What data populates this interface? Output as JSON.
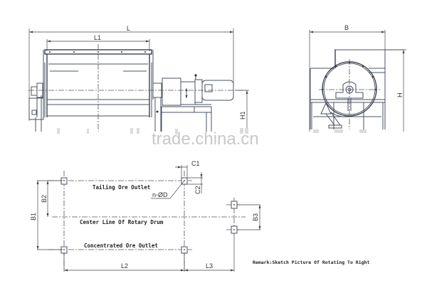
{
  "drawing": {
    "front_view": {
      "dimensions": {
        "overall_length": "L",
        "drum_length": "L1",
        "axis_height": "H1"
      }
    },
    "side_view": {
      "dimensions": {
        "width": "B",
        "height": "H"
      }
    },
    "foundation_plan": {
      "dimensions": {
        "outlet_span": "B1",
        "tailing_to_center": "B2",
        "motor_bolt_span": "B3",
        "bolt_spacing_length": "L2",
        "motor_offset": "L3",
        "bolt_pad_width": "C1",
        "bolt_pad_depth": "C2",
        "bolt_holes": "n-ØD"
      },
      "labels": {
        "tailing_outlet": "Tailing Ore Outlet",
        "center_line": "Center Line Of Rotary Drum",
        "concentrated_outlet": "Concentrated Ore Outlet"
      }
    },
    "remark": "Remark:Sketch Picture Of Rotating To Right",
    "watermark": "trade.china.cn"
  },
  "colors": {
    "line": "#4a5060",
    "background": "#ffffff",
    "watermark": "#c8c8c8"
  }
}
